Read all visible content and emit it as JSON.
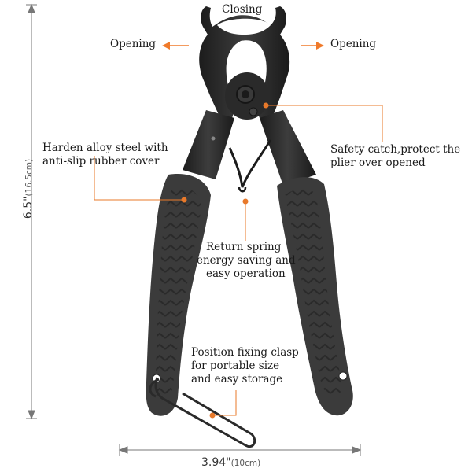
{
  "labels": {
    "closing": "Closing",
    "opening_left": "Opening",
    "opening_right": "Opening",
    "harden_line1": "Harden alloy steel with",
    "harden_line2": "anti-slip rubber cover",
    "safety_line1": "Safety catch,protect the",
    "safety_line2": "plier over opened",
    "spring_line1": "Return spring",
    "spring_line2": "energy saving and",
    "spring_line3": "easy operation",
    "clasp_line1": "Position fixing clasp",
    "clasp_line2": "for portable size",
    "clasp_line3": "and easy storage"
  },
  "dimensions": {
    "height_main": "6.5\"",
    "height_sub": "(16.5cm)",
    "width_main": "3.94\"",
    "width_sub": "(10cm)"
  },
  "colors": {
    "accent": "#f07a2a",
    "pointer": "#e8792a",
    "dimension_line": "#777777",
    "handle": "#3a3a3a",
    "steel": "#262626"
  }
}
